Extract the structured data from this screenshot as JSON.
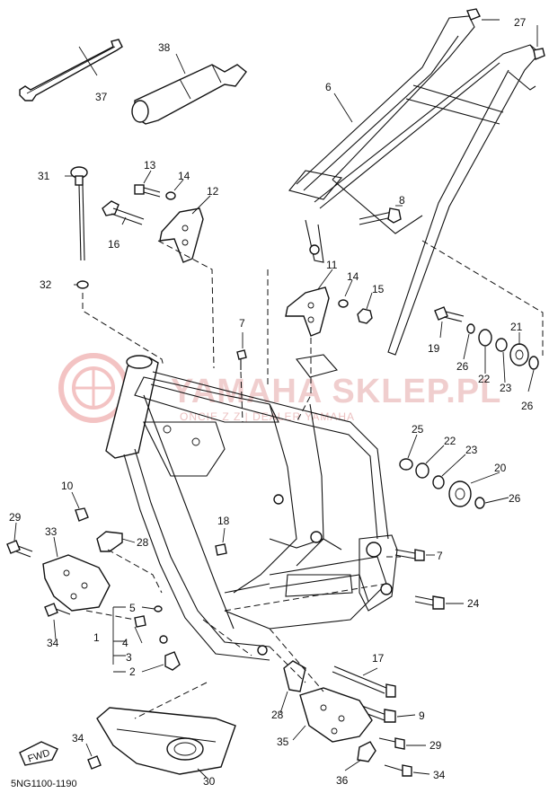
{
  "diagram_code": "5NG1100-1190",
  "fwd_label": "FWD",
  "watermark": {
    "brand": "YAMAHA SKLEP.PL",
    "tagline": "ONCIE   Z   Z | DEALER YAMAHA"
  },
  "callouts": [
    {
      "id": "c1",
      "text": "1"
    },
    {
      "id": "c2",
      "text": "2"
    },
    {
      "id": "c3",
      "text": "3"
    },
    {
      "id": "c4",
      "text": "4"
    },
    {
      "id": "c5",
      "text": "5"
    },
    {
      "id": "c6",
      "text": "6"
    },
    {
      "id": "c7a",
      "text": "7"
    },
    {
      "id": "c7b",
      "text": "7"
    },
    {
      "id": "c8",
      "text": "8"
    },
    {
      "id": "c9",
      "text": "9"
    },
    {
      "id": "c10",
      "text": "10"
    },
    {
      "id": "c11",
      "text": "11"
    },
    {
      "id": "c12",
      "text": "12"
    },
    {
      "id": "c13",
      "text": "13"
    },
    {
      "id": "c14a",
      "text": "14"
    },
    {
      "id": "c14b",
      "text": "14"
    },
    {
      "id": "c15",
      "text": "15"
    },
    {
      "id": "c16",
      "text": "16"
    },
    {
      "id": "c17",
      "text": "17"
    },
    {
      "id": "c18",
      "text": "18"
    },
    {
      "id": "c19",
      "text": "19"
    },
    {
      "id": "c20",
      "text": "20"
    },
    {
      "id": "c21",
      "text": "21"
    },
    {
      "id": "c22a",
      "text": "22"
    },
    {
      "id": "c22b",
      "text": "22"
    },
    {
      "id": "c23a",
      "text": "23"
    },
    {
      "id": "c23b",
      "text": "23"
    },
    {
      "id": "c24",
      "text": "24"
    },
    {
      "id": "c25",
      "text": "25"
    },
    {
      "id": "c26a",
      "text": "26"
    },
    {
      "id": "c26b",
      "text": "26"
    },
    {
      "id": "c26c",
      "text": "26"
    },
    {
      "id": "c27",
      "text": "27"
    },
    {
      "id": "c28a",
      "text": "28"
    },
    {
      "id": "c28b",
      "text": "28"
    },
    {
      "id": "c29a",
      "text": "29"
    },
    {
      "id": "c29b",
      "text": "29"
    },
    {
      "id": "c30",
      "text": "30"
    },
    {
      "id": "c31",
      "text": "31"
    },
    {
      "id": "c32",
      "text": "32"
    },
    {
      "id": "c33",
      "text": "33"
    },
    {
      "id": "c34a",
      "text": "34"
    },
    {
      "id": "c34b",
      "text": "34"
    },
    {
      "id": "c34c",
      "text": "34"
    },
    {
      "id": "c35",
      "text": "35"
    },
    {
      "id": "c36",
      "text": "36"
    },
    {
      "id": "c37",
      "text": "37"
    },
    {
      "id": "c38",
      "text": "38"
    }
  ]
}
